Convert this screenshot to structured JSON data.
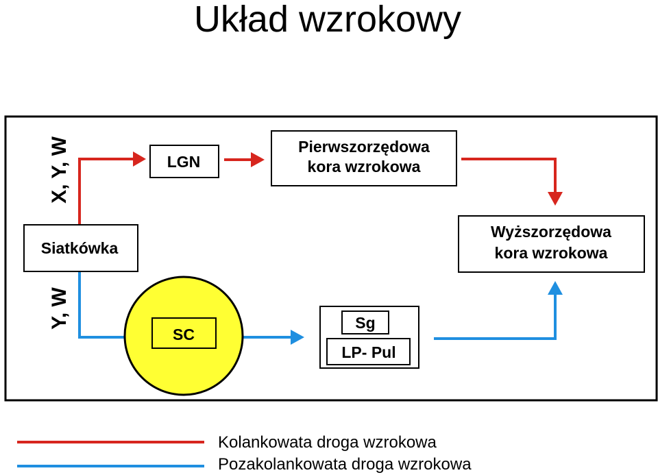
{
  "title": "Układ wzrokowy",
  "nodes": {
    "retina": "Siatkówka",
    "lgn": "LGN",
    "primary_cortex": [
      "Pierwszorzędowa",
      "kora wzrokowa"
    ],
    "higher_cortex": [
      "Wyższorzędowa",
      "kora wzrokowa"
    ],
    "sc": "SC",
    "sg": "Sg",
    "lp_pul": "LP- Pul"
  },
  "side_labels": {
    "top": "X, Y, W",
    "bottom": "Y, W"
  },
  "legend": [
    {
      "label": "Kolankowata droga wzrokowa",
      "color": "#d7261e"
    },
    {
      "label": "Pozakolankowata droga wzrokowa",
      "color": "#1f8fe0"
    }
  ],
  "colors": {
    "geniculate_path": "#d7261e",
    "extrageniculate_path": "#1f8fe0",
    "sc_fill": "#ffff33"
  }
}
